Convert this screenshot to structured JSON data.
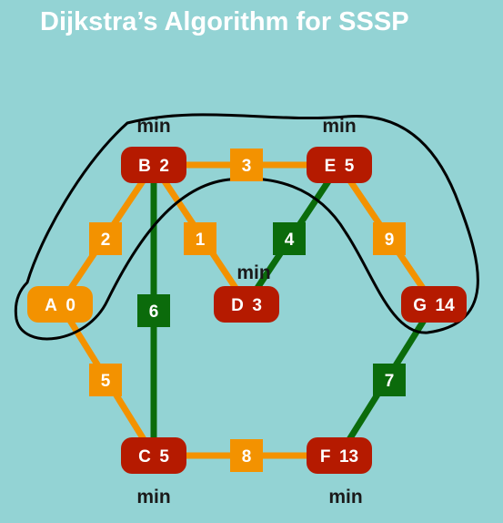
{
  "title": "Dijkstra’s Algorithm for SSSP",
  "colors": {
    "background": "#93d3d4",
    "finalized_node": "#b51a00",
    "source_node": "#f39200",
    "tree_edge": "#0b6b0b",
    "non_tree_edge": "#f39200",
    "outline": "#000000"
  },
  "nodes": [
    {
      "id": "A",
      "name": "A",
      "dist": "0",
      "state": "source"
    },
    {
      "id": "B",
      "name": "B",
      "dist": "2",
      "state": "finalized"
    },
    {
      "id": "C",
      "name": "C",
      "dist": "5",
      "state": "finalized"
    },
    {
      "id": "D",
      "name": "D",
      "dist": "3",
      "state": "finalized"
    },
    {
      "id": "E",
      "name": "E",
      "dist": "5",
      "state": "finalized"
    },
    {
      "id": "F",
      "name": "F",
      "dist": "13",
      "state": "finalized"
    },
    {
      "id": "G",
      "name": "G",
      "dist": "14",
      "state": "finalized"
    }
  ],
  "edges": [
    {
      "from": "A",
      "to": "B",
      "weight": "2",
      "type": "non-tree"
    },
    {
      "from": "A",
      "to": "C",
      "weight": "5",
      "type": "non-tree"
    },
    {
      "from": "B",
      "to": "E",
      "weight": "3",
      "type": "non-tree"
    },
    {
      "from": "B",
      "to": "D",
      "weight": "1",
      "type": "non-tree"
    },
    {
      "from": "B",
      "to": "C",
      "weight": "6",
      "type": "tree"
    },
    {
      "from": "E",
      "to": "D",
      "weight": "4",
      "type": "tree"
    },
    {
      "from": "E",
      "to": "G",
      "weight": "9",
      "type": "non-tree"
    },
    {
      "from": "C",
      "to": "F",
      "weight": "8",
      "type": "non-tree"
    },
    {
      "from": "F",
      "to": "G",
      "weight": "7",
      "type": "tree"
    }
  ],
  "min_labels": [
    {
      "near": "B",
      "text": "min"
    },
    {
      "near": "E",
      "text": "min"
    },
    {
      "near": "D",
      "text": "min"
    },
    {
      "near": "C",
      "text": "min"
    },
    {
      "near": "F",
      "text": "min"
    }
  ]
}
